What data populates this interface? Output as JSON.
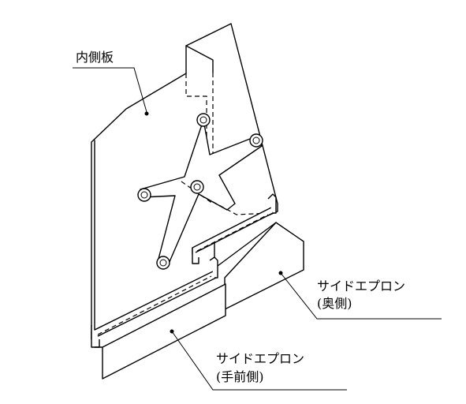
{
  "labels": {
    "inner_side_plate": "内側板",
    "side_apron_back_line1": "サイドエプロン",
    "side_apron_back_line2": "(奥側)",
    "side_apron_front_line1": "サイドエプロン",
    "side_apron_front_line2": "(手前側)"
  },
  "colors": {
    "line": "#000000",
    "background": "#ffffff"
  }
}
